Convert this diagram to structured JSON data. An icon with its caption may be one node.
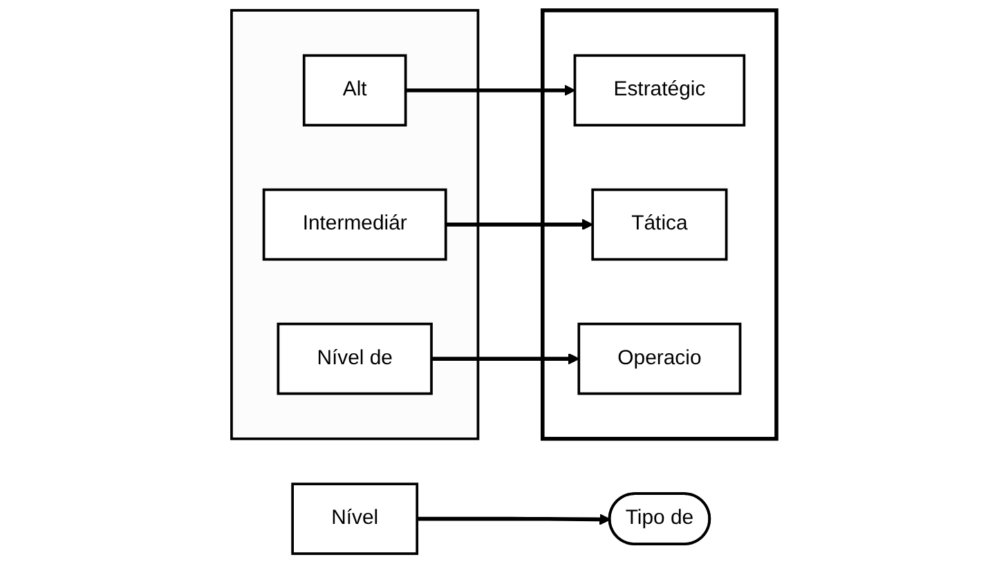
{
  "diagram": {
    "nodes": [
      {
        "text": [
          "Nível"
        ]
      },
      {
        "text": [
          "Tipo de"
        ]
      },
      {
        "text": [],
        "shape": "triangle"
      },
      {
        "text": [
          "Alt"
        ],
        "in": 2
      },
      {
        "text": [
          "Intermediár"
        ],
        "in": 2
      },
      {
        "text": [
          "Nível de"
        ],
        "in": 2
      },
      {
        "text": [],
        "shape": "box"
      },
      {
        "text": [
          "Estratégic"
        ],
        "in": 6
      },
      {
        "text": [
          "Tática"
        ],
        "in": 6
      },
      {
        "text": [
          "Operacio"
        ],
        "in": 6
      }
    ],
    "edges": [
      {
        "from": 0,
        "to": 1,
        "arrow": "to"
      },
      {
        "from": 3,
        "to": 7,
        "arrow": "to"
      },
      {
        "from": 4,
        "to": 8,
        "arrow": "to"
      },
      {
        "from": 5,
        "to": 9,
        "arrow": "to"
      }
    ]
  }
}
